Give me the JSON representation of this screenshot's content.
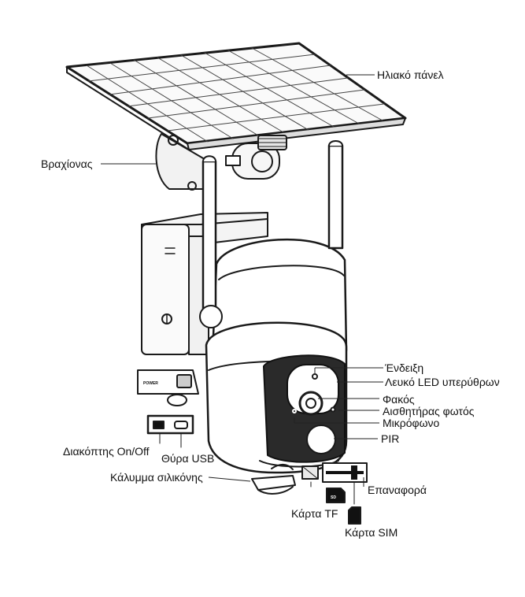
{
  "diagram": {
    "labels": {
      "solar_panel": "Ηλιακό πάνελ",
      "bracket": "Βραχίονας",
      "indicator": "Ένδειξη",
      "ir_led": "Λευκό LED υπερύθρων",
      "lens": "Φακός",
      "light_sensor": "Αισθητήρας φωτός",
      "microphone": "Μικρόφωνο",
      "pir": "PIR",
      "power_switch": "Διακόπτης On/Off",
      "usb_port": "Θύρα USB",
      "silicone_cover": "Κάλυμμα σιλικόνης",
      "reset": "Επαναφορά",
      "tf_card": "Κάρτα TF",
      "sim_card": "Κάρτα SIM"
    },
    "marks": {
      "power": "POWER",
      "tf_card_mark": "SD"
    }
  }
}
